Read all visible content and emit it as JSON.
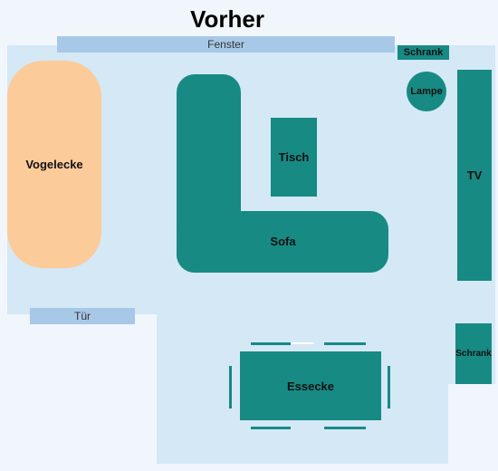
{
  "title": "Vorher",
  "labels": {
    "window": "Fenster",
    "door": "Tür",
    "cabinet_top": "Schrank",
    "cabinet_bottom": "Schrank",
    "lamp": "Lampe",
    "tv": "TV",
    "bird_corner": "Vogelecke",
    "sofa": "Sofa",
    "table": "Tisch",
    "dining": "Essecke"
  },
  "colors": {
    "room": "#d4e8f6",
    "background": "#f0f6fc",
    "furniture": "#178a84",
    "bird_corner": "#fbcb9a",
    "window_door": "#a8c8e8"
  }
}
